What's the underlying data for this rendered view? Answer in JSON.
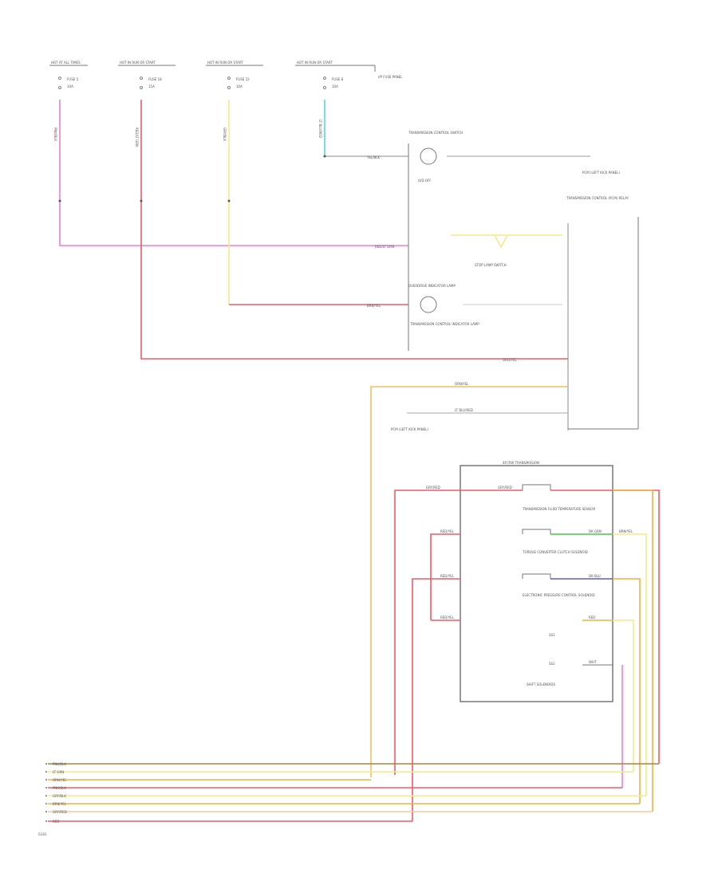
{
  "header": {
    "fuse_labels": [
      "HOT AT ALL TIMES",
      "HOT IN RUN OR START",
      "HOT IN RUN OR START",
      "HOT IN RUN OR START"
    ],
    "fuse_names": [
      "FUSE 5",
      "FUSE 18",
      "FUSE 22",
      "FUSE 8"
    ],
    "fuse_amps": [
      "10A",
      "15A",
      "10A",
      "10A"
    ],
    "fuse_panel_note": "I/P FUSE PANEL"
  },
  "components": {
    "trans_control_switch": "TRANSMISSION CONTROL SWITCH",
    "lamp_label": "O/D OFF",
    "brake_switch": "STOP LAMP SWITCH",
    "pcm_top": "PCM (LEFT KICK PANEL)",
    "pcm_right": "TRANSMISSION CONTROL (PCM) RELAY",
    "indicator_lamp": "OVERDRIVE INDICATOR LAMP",
    "indicator_desc": "TRANSMISSION CONTROL INDICATOR LAMP",
    "pcm_bottom": "PCM (LEFT KICK PANEL)",
    "main_box_title": "4R70W TRANSMISSION",
    "sol1": "TRANSMISSION FLUID TEMPERATURE SENSOR",
    "sol2": "TORQUE CONVERTER CLUTCH SOLENOID",
    "sol3": "ELECTRONIC PRESSURE CONTROL SOLENOID",
    "sol_a": "SS1",
    "sol_b": "SS2",
    "shift_solenoids": "SHIFT SOLENOIDS",
    "ground_label": "G101"
  },
  "wires": {
    "top_left": [
      "PNK/BLK",
      "RED/LT GRN",
      "GRY/BLK",
      "LT BLU/RED"
    ],
    "mid": [
      "YEL/BLK",
      "RED/LT GRN",
      "BRN/YEL",
      "ORG/YEL",
      "ORN/YEL",
      "LT BLU/RED"
    ],
    "box_left": [
      "GRY/RED",
      "RED/YEL",
      "RED/YEL",
      "RED/YEL"
    ],
    "box_right": [
      "GRY/RED",
      "DK GRN",
      "DK BLU",
      "RED",
      "WHT",
      "BRN/YEL"
    ],
    "bus_labels": [
      "PNK/BLK",
      "LT GRN",
      "ORN/YEL",
      "PNK/BLK",
      "GRY/BLK",
      "BRN/YEL",
      "GRY/RED",
      "RED"
    ]
  },
  "colors": {
    "pink": "#f17cd8",
    "red": "#f25a66",
    "yellow": "#f5e98a",
    "cyan": "#5ad4e0",
    "orange": "#f2b040",
    "green": "#46c846",
    "blue": "#5a5ae0",
    "box": "#555555"
  }
}
